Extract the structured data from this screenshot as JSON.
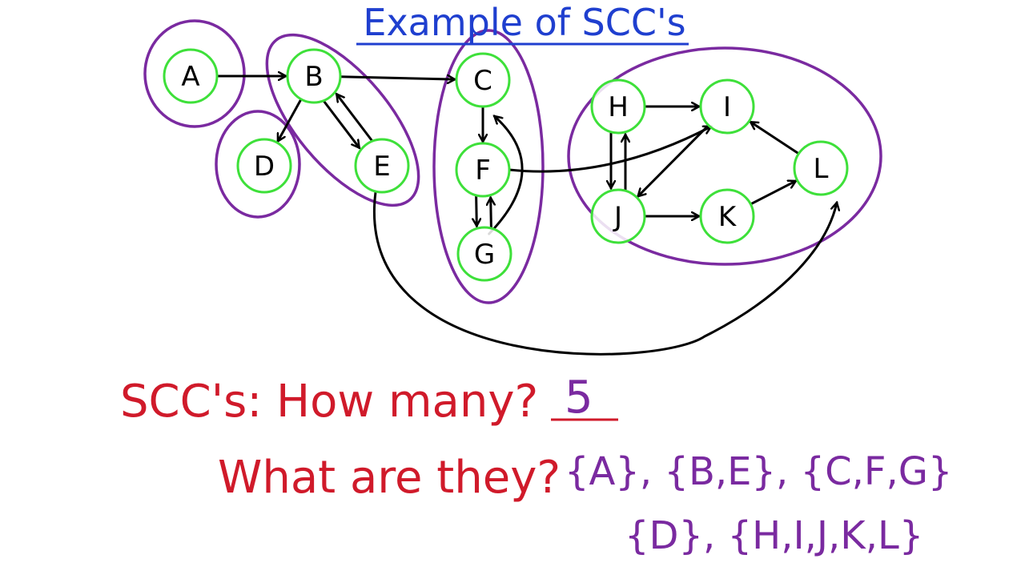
{
  "title": "Example of SCC's",
  "question1": "SCC's: How many?",
  "answer1": "5",
  "question2": "What are they?",
  "answer2_line1": "{A}, {B,E}, {C,F,G}",
  "answer2_line2": "{D}, {H,I,J,K,L}",
  "colors": {
    "title": "#1f3fcf",
    "node_outline": "#3ee03a",
    "scc_outline": "#7a2aa0",
    "question": "#d01a2a",
    "answer": "#7a2aa0",
    "edge": "#000000"
  },
  "nodes": [
    "A",
    "B",
    "C",
    "D",
    "E",
    "F",
    "G",
    "H",
    "I",
    "J",
    "K",
    "L"
  ],
  "edges": [
    [
      "A",
      "B"
    ],
    [
      "B",
      "C"
    ],
    [
      "B",
      "D"
    ],
    [
      "B",
      "E"
    ],
    [
      "E",
      "B"
    ],
    [
      "C",
      "F"
    ],
    [
      "F",
      "G"
    ],
    [
      "G",
      "F"
    ],
    [
      "G",
      "C"
    ],
    [
      "F",
      "I"
    ],
    [
      "H",
      "I"
    ],
    [
      "H",
      "J"
    ],
    [
      "J",
      "H"
    ],
    [
      "I",
      "J"
    ],
    [
      "J",
      "K"
    ],
    [
      "K",
      "L"
    ],
    [
      "L",
      "I"
    ],
    [
      "E",
      "L"
    ]
  ],
  "sccs": [
    [
      "A"
    ],
    [
      "B",
      "E"
    ],
    [
      "C",
      "F",
      "G"
    ],
    [
      "D"
    ],
    [
      "H",
      "I",
      "J",
      "K",
      "L"
    ]
  ]
}
